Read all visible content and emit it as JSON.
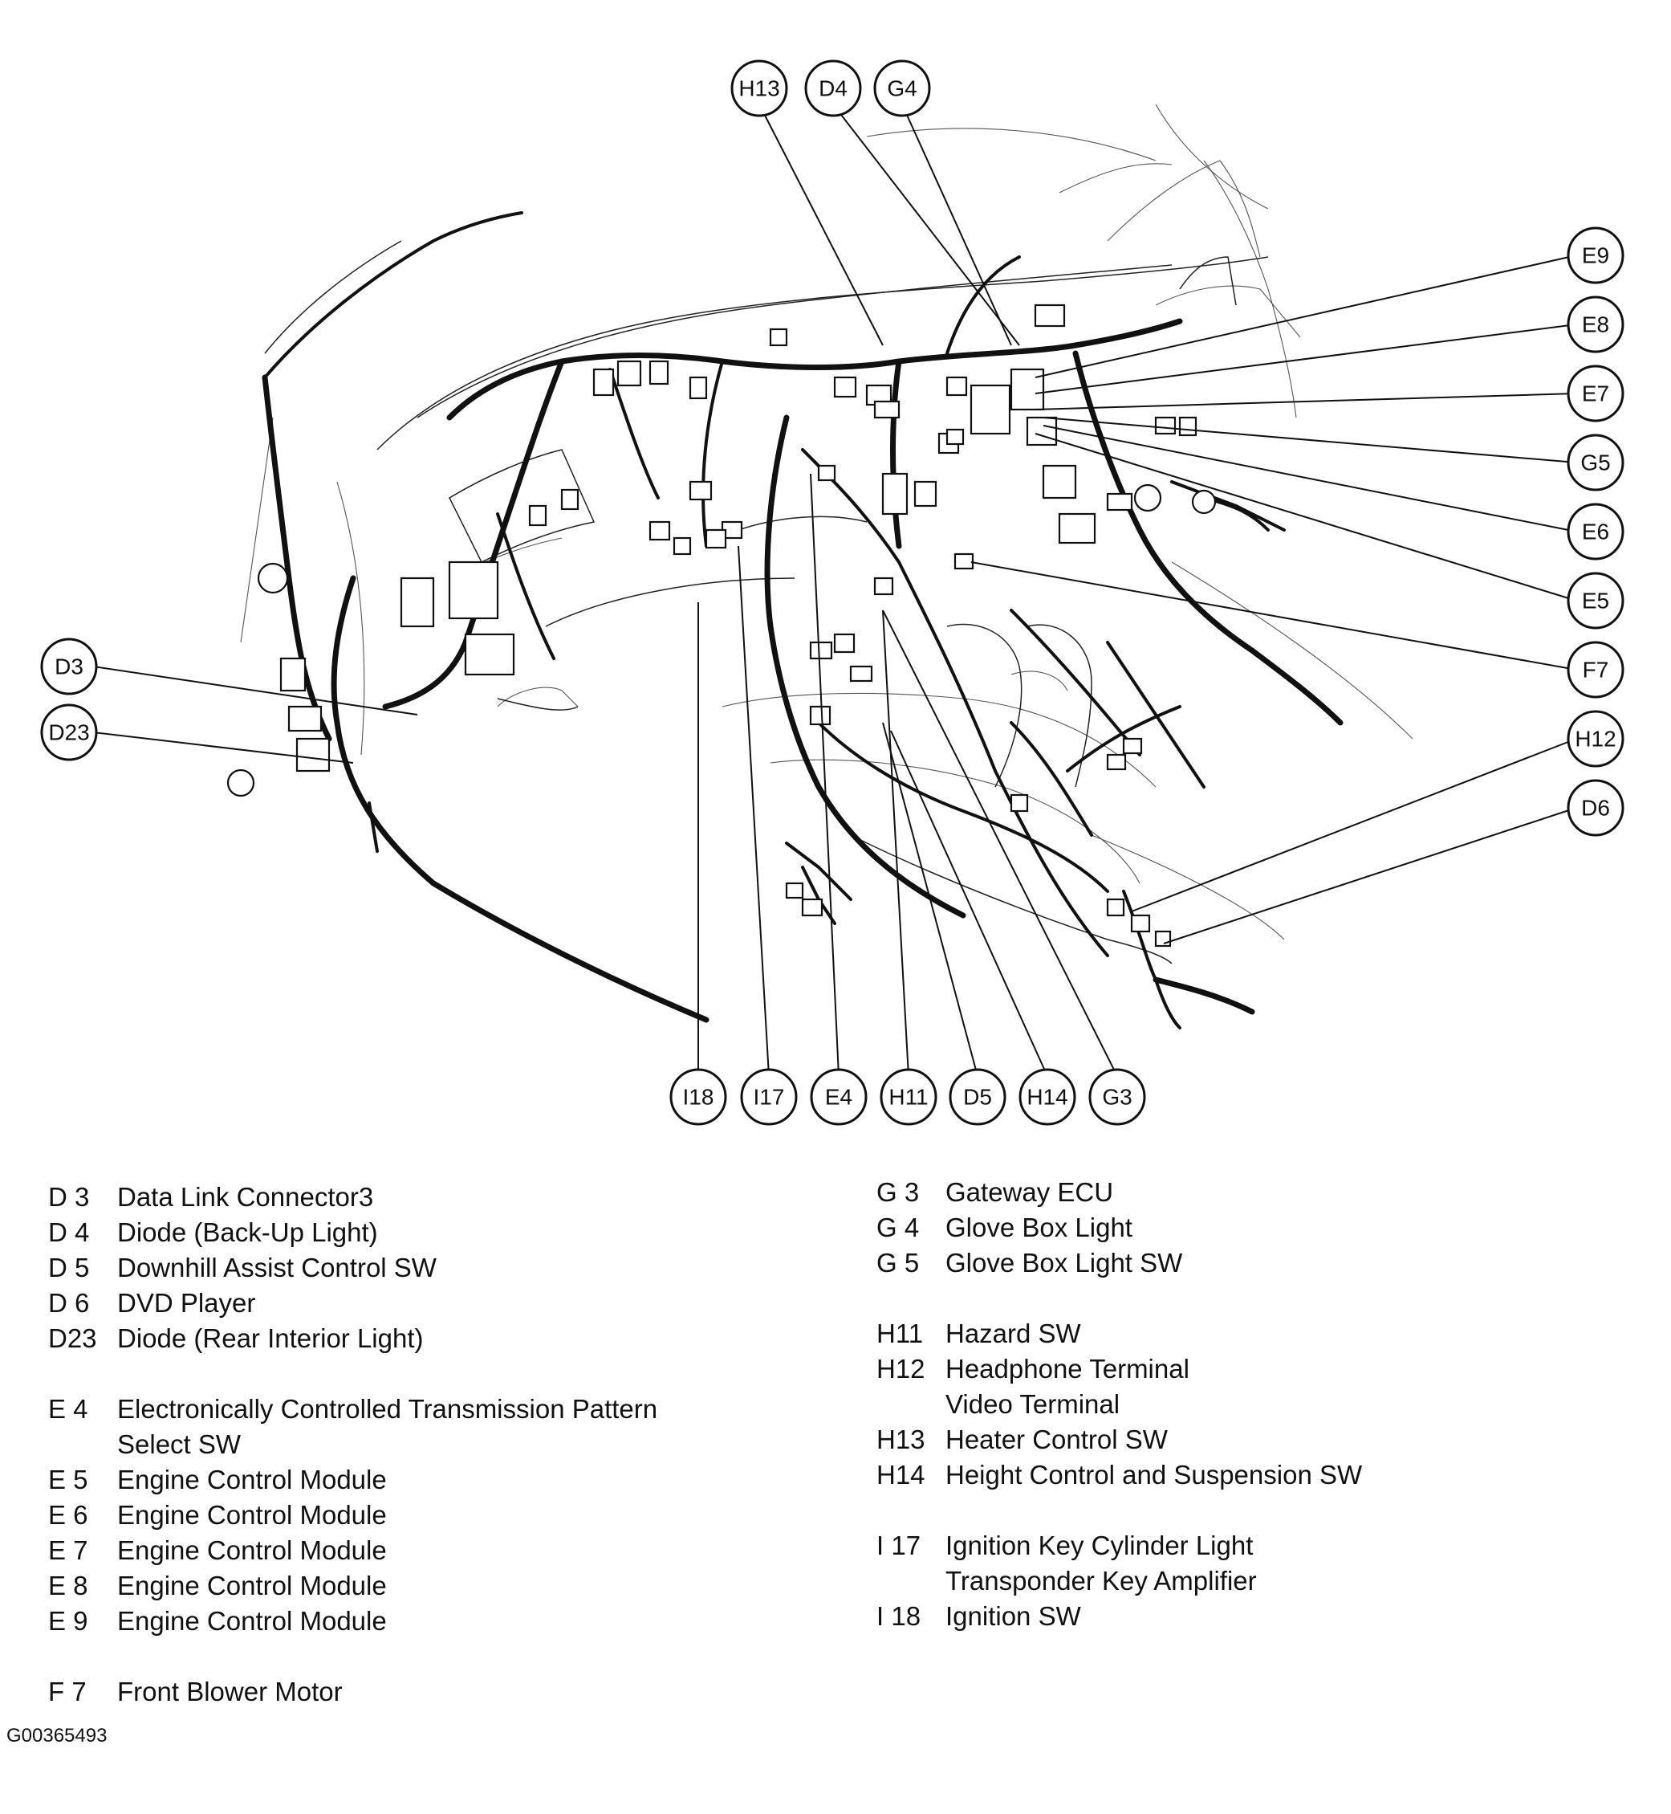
{
  "figure_id": "G00365493",
  "callouts": [
    {
      "id": "c-h13",
      "label": "H13"
    },
    {
      "id": "c-d4",
      "label": "D4"
    },
    {
      "id": "c-g4",
      "label": "G4"
    },
    {
      "id": "c-e9",
      "label": "E9"
    },
    {
      "id": "c-e8",
      "label": "E8"
    },
    {
      "id": "c-e7",
      "label": "E7"
    },
    {
      "id": "c-g5",
      "label": "G5"
    },
    {
      "id": "c-e6",
      "label": "E6"
    },
    {
      "id": "c-e5",
      "label": "E5"
    },
    {
      "id": "c-f7",
      "label": "F7"
    },
    {
      "id": "c-h12",
      "label": "H12"
    },
    {
      "id": "c-d6",
      "label": "D6"
    },
    {
      "id": "c-d3",
      "label": "D3"
    },
    {
      "id": "c-d23",
      "label": "D23"
    },
    {
      "id": "c-i18",
      "label": "I18"
    },
    {
      "id": "c-i17",
      "label": "I17"
    },
    {
      "id": "c-e4",
      "label": "E4"
    },
    {
      "id": "c-h11",
      "label": "H11"
    },
    {
      "id": "c-d5",
      "label": "D5"
    },
    {
      "id": "c-h14",
      "label": "H14"
    },
    {
      "id": "c-g3",
      "label": "G3"
    }
  ],
  "legend_left": [
    {
      "code": "D  3",
      "desc": "Data Link Connector3"
    },
    {
      "code": "D  4",
      "desc": "Diode (Back-Up Light)"
    },
    {
      "code": "D  5",
      "desc": "Downhill Assist Control SW"
    },
    {
      "code": "D  6",
      "desc": "DVD Player"
    },
    {
      "code": "D23",
      "desc": "Diode (Rear Interior Light)"
    },
    {
      "code": "E  4",
      "desc": "Electronically Controlled Transmission Pattern",
      "extra": "Select SW"
    },
    {
      "code": "E  5",
      "desc": "Engine Control Module"
    },
    {
      "code": "E  6",
      "desc": "Engine Control Module"
    },
    {
      "code": "E  7",
      "desc": "Engine Control Module"
    },
    {
      "code": "E  8",
      "desc": "Engine Control Module"
    },
    {
      "code": "E  9",
      "desc": "Engine Control Module"
    },
    {
      "code": "F  7",
      "desc": "Front Blower Motor"
    }
  ],
  "legend_right": [
    {
      "code": "G  3",
      "desc": "Gateway ECU"
    },
    {
      "code": "G  4",
      "desc": "Glove Box Light"
    },
    {
      "code": "G  5",
      "desc": "Glove Box Light SW"
    },
    {
      "code": "H11",
      "desc": "Hazard SW"
    },
    {
      "code": "H12",
      "desc": "Headphone Terminal",
      "extra": "Video Terminal"
    },
    {
      "code": "H13",
      "desc": "Heater Control SW"
    },
    {
      "code": "H14",
      "desc": "Height Control and Suspension SW"
    },
    {
      "code": "I 17",
      "desc": "Ignition Key Cylinder Light",
      "extra": "Transponder Key Amplifier"
    },
    {
      "code": "I 18",
      "desc": "Ignition SW"
    }
  ]
}
